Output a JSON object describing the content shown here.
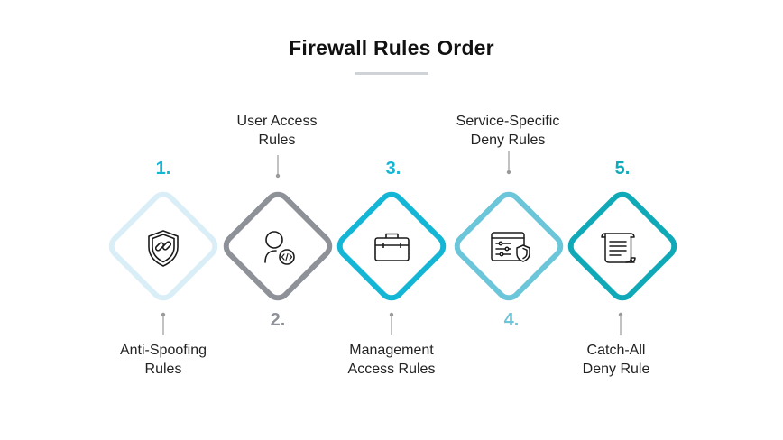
{
  "title": "Firewall Rules Order",
  "colors": {
    "step1": "#d9eef7",
    "step2": "#8e9298",
    "step3": "#14b6d6",
    "step4": "#6cc6d9",
    "step5": "#10a9b8",
    "connector": "#9a9a9a"
  },
  "steps": [
    {
      "number": "1.",
      "label_line1": "Anti-Spoofing",
      "label_line2": "Rules",
      "icon": "shield-link-icon"
    },
    {
      "number": "2.",
      "label_line1": "User Access",
      "label_line2": "Rules",
      "icon": "user-code-icon"
    },
    {
      "number": "3.",
      "label_line1": "Management",
      "label_line2": "Access Rules",
      "icon": "briefcase-icon"
    },
    {
      "number": "4.",
      "label_line1": "Service-Specific",
      "label_line2": "Deny Rules",
      "icon": "settings-shield-icon"
    },
    {
      "number": "5.",
      "label_line1": "Catch-All",
      "label_line2": "Deny Rule",
      "icon": "document-scroll-icon"
    }
  ]
}
